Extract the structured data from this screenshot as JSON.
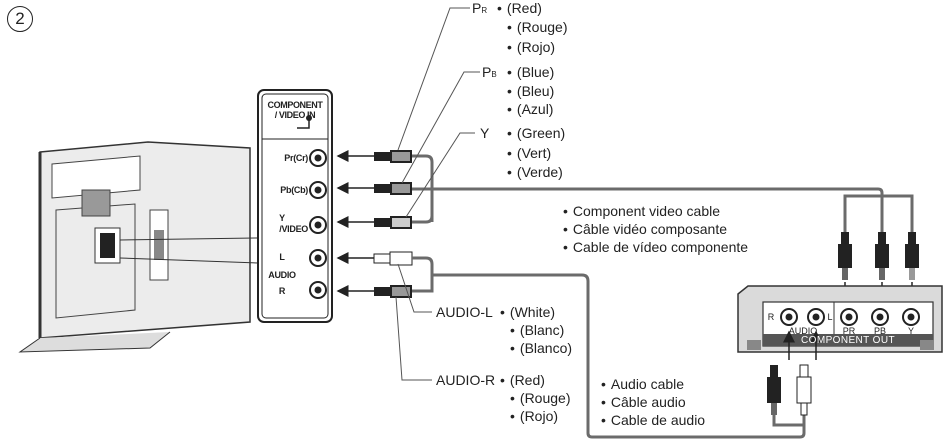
{
  "step_number": "2",
  "tv_panel": {
    "title_line1": "COMPONENT",
    "title_line2": "/ VIDEO IN",
    "pr_jack": "Pr(Cr)",
    "pb_jack": "Pb(Cb)",
    "y_jack_line1": "Y",
    "y_jack_line2": "/VIDEO",
    "audio_l": "L",
    "audio_word": "AUDIO",
    "audio_r": "R"
  },
  "component_labels": {
    "pr": {
      "tag_main": "P",
      "tag_sub": "R",
      "colors": [
        "(Red)",
        "(Rouge)",
        "(Rojo)"
      ]
    },
    "pb": {
      "tag_main": "P",
      "tag_sub": "B",
      "colors": [
        "(Blue)",
        "(Bleu)",
        "(Azul)"
      ]
    },
    "y": {
      "tag": "Y",
      "colors": [
        "(Green)",
        "(Vert)",
        "(Verde)"
      ]
    }
  },
  "audio_labels": {
    "left": {
      "tag": "AUDIO-L",
      "colors": [
        "(White)",
        "(Blanc)",
        "(Blanco)"
      ]
    },
    "right": {
      "tag": "AUDIO-R",
      "colors": [
        "(Red)",
        "(Rouge)",
        "(Rojo)"
      ]
    }
  },
  "component_cable_captions": [
    "Component video cable",
    "Câble vidéo composante",
    "Cable de vídeo componente"
  ],
  "audio_cable_captions": [
    "Audio cable",
    "Câble audio",
    "Cable de audio"
  ],
  "device": {
    "audio_r": "R",
    "audio_l": "L",
    "audio_word": "AUDIO",
    "pr": "PR",
    "pb": "PB",
    "y": "Y",
    "footer": "COMPONENT OUT"
  },
  "colors": {
    "line": "#6b6b6b",
    "ink": "#222222",
    "device_body": "#d8d8d8",
    "device_footer": "#555555"
  }
}
